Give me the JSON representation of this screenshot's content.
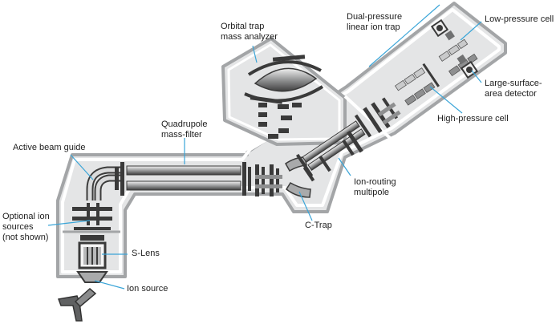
{
  "labels": {
    "orbitrap": {
      "line1": "Orbital trap",
      "line2": "mass analyzer"
    },
    "dual_pressure": {
      "line1": "Dual-pressure",
      "line2": "linear ion trap"
    },
    "low_pressure_cell": "Low-pressure cell",
    "large_surface_detector": {
      "line1": "Large-surface-",
      "line2": "area detector"
    },
    "high_pressure_cell": "High-pressure cell",
    "quadrupole": {
      "line1": "Quadrupole",
      "line2": "mass-filter"
    },
    "active_beam_guide": "Active beam guide",
    "ion_routing": {
      "line1": "Ion-routing",
      "line2": "multipole"
    },
    "optional_ion_sources": {
      "line1": "Optional ion",
      "line2": "sources",
      "line3": "(not shown)"
    },
    "c_trap": "C-Trap",
    "s_lens": "S-Lens",
    "ion_source": "Ion source"
  },
  "colors": {
    "housing_fill": "#e4e5e6",
    "housing_stroke": "#a3a5a7",
    "part_dark": "#3a3a3a",
    "part_mid": "#8e8f90",
    "part_light": "#c9cacb",
    "leader_line": "#3aa5d8",
    "text": "#1e1e1e"
  }
}
